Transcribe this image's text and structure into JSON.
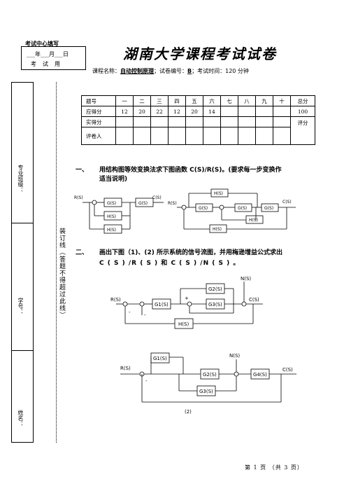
{
  "header": {
    "exam_center_heading": "考试中心填写",
    "date_line": "___年___月___日",
    "exam_use_line": "考试用",
    "title": "湖南大学课程考试试卷",
    "course_label": "课程名称：",
    "course_name": "自动控制原理",
    "paper_code_label": "；试卷编号：",
    "paper_code": "B",
    "duration_label": "；考试时间：120 分钟"
  },
  "left_strip": {
    "major_class": "专业班级：",
    "student_id": "学号：",
    "name": "姓名：",
    "binding_line": "装订线（答题不得超过此线）"
  },
  "score_table": {
    "header": [
      "题号",
      "一",
      "二",
      "三",
      "四",
      "五",
      "六",
      "七",
      "八",
      "九",
      "十",
      "总分"
    ],
    "due": [
      "应得分",
      "12",
      "20",
      "22",
      "12",
      "20",
      "14",
      "",
      "",
      "",
      "",
      "100"
    ],
    "actual": "实得分",
    "reviewer": "评卷人",
    "grade": "评分"
  },
  "questions": {
    "q1_num": "一、",
    "q1_text_1": "用结构图等效变换法求下图函数 C(S)/R(S)。(要求每一步变换作",
    "q1_text_2": "适当说明)",
    "q2_num": "二、",
    "q2_text_1": "画出下图（1)、(2) 所示系统的信号流图，并用梅逊增益公式求出",
    "q2_text_2": "C ( S ) /R ( S ) 和 C ( S ) /N ( S ) 。"
  },
  "diagrams": {
    "d1a": {
      "input": "R(S)",
      "output": "C(S)",
      "g1": "G(S)",
      "g2": "G(S)",
      "h1": "H(S)",
      "h2": "H(S)"
    },
    "d1b": {
      "input": "R(S)",
      "output": "C(S)",
      "h_top": "H(S)",
      "g1": "G(S)",
      "g2": "G(S)",
      "g3": "G(S)",
      "h_mid": "H(S)",
      "h_bot": "H(S)"
    },
    "d2a": {
      "input": "R(S)",
      "output": "C(S)",
      "noise": "N(S)",
      "g1": "G1(S)",
      "g2": "G2(S)",
      "g3": "G3(S)",
      "h": "H(S)",
      "minus1": "-",
      "minus2": "-",
      "plus": "+"
    },
    "d2b": {
      "input": "R(S)",
      "output": "C(S)",
      "noise": "N(S)",
      "g1": "G1(S)",
      "g2": "G2(S)",
      "g3": "G3(S)",
      "g4": "G4(S)",
      "minus": "-",
      "caption": "(2)"
    }
  },
  "footer": {
    "page": "第 1 页 （共 3 页）"
  }
}
